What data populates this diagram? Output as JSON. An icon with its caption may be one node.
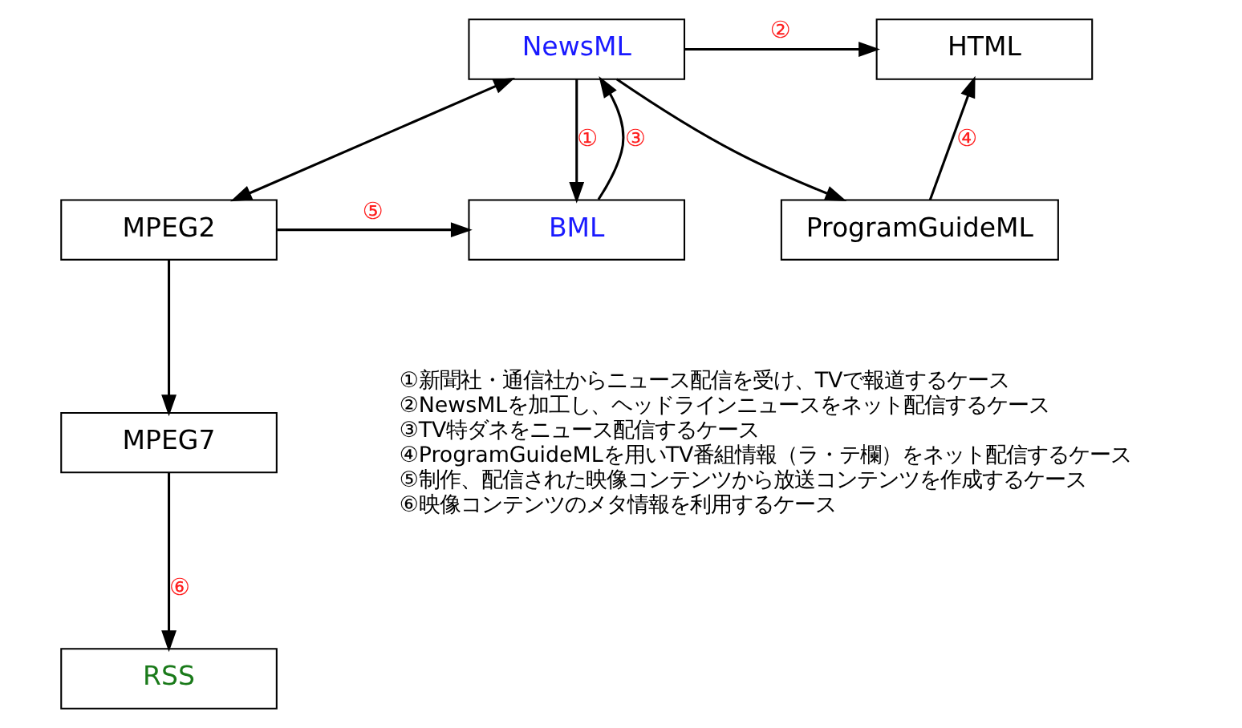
{
  "diagram": {
    "nodes": [
      {
        "text": [
          "NewsML"
        ]
      },
      {
        "text": [
          "HTML"
        ]
      },
      {
        "text": [
          "MPEG2"
        ]
      },
      {
        "text": [
          "BML"
        ]
      },
      {
        "text": [
          "ProgramGuideML"
        ]
      },
      {
        "text": [
          "MPEG7"
        ]
      },
      {
        "text": [
          "RSS"
        ]
      }
    ],
    "edges": [
      {
        "from": 0,
        "to": 1,
        "arrow": "to",
        "label": "②"
      },
      {
        "from": 0,
        "to": 2,
        "arrow": "both"
      },
      {
        "from": 0,
        "to": 3,
        "arrow": "to",
        "label": "①"
      },
      {
        "from": 3,
        "to": 0,
        "arrow": "to",
        "label": "③"
      },
      {
        "from": 0,
        "to": 4,
        "arrow": "to"
      },
      {
        "from": 4,
        "to": 1,
        "arrow": "to",
        "label": "④"
      },
      {
        "from": 2,
        "to": 3,
        "arrow": "to",
        "label": "⑤"
      },
      {
        "from": 2,
        "to": 5,
        "arrow": "to"
      },
      {
        "from": 5,
        "to": 6,
        "arrow": "to",
        "label": "⑥"
      }
    ],
    "labels": [
      "①新聞社・通信社からニュース配信を受け、TVで報道するケース",
      "②NewsMLを加工し、ヘッドラインニュースをネット配信するケース",
      "③TV特ダネをニュース配信するケース",
      "④ProgramGuideMLを用いTV番組情報（ラ・テ欄）をネット配信するケース",
      "⑤制作、配信された映像コンテンツから放送コンテンツを作成するケース",
      "⑥映像コンテンツのメタ情報を利用するケース"
    ]
  }
}
